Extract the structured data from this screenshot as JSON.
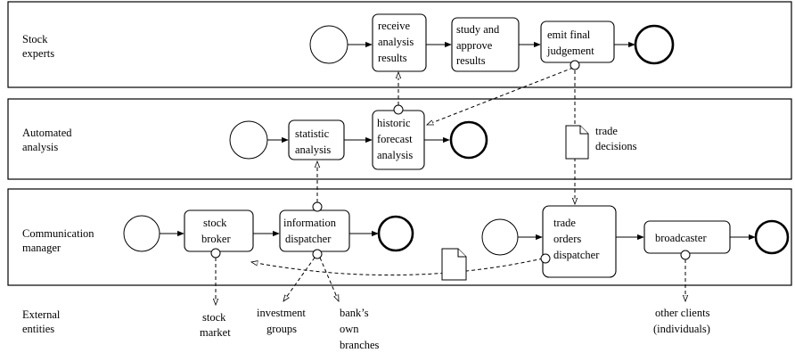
{
  "lanes": [
    {
      "label_lines": [
        "Stock",
        "experts"
      ]
    },
    {
      "label_lines": [
        "Automated",
        "analysis"
      ]
    },
    {
      "label_lines": [
        "Communication",
        "manager"
      ]
    }
  ],
  "external_label_lines": [
    "External",
    "entities"
  ],
  "tasks": {
    "receive": [
      "receive",
      "analysis",
      "results"
    ],
    "study": [
      "study and",
      "approve",
      "results"
    ],
    "emit": [
      "emit final",
      "judgement"
    ],
    "statistic": [
      "statistic",
      "analysis"
    ],
    "historic": [
      "historic",
      "forecast",
      "analysis"
    ],
    "broker": [
      "stock",
      "broker"
    ],
    "dispatcher": [
      "information",
      "dispatcher"
    ],
    "trade": [
      "trade",
      "orders",
      "dispatcher"
    ],
    "broadcaster": [
      "broadcaster"
    ]
  },
  "annotations": {
    "trade_decisions": [
      "trade",
      "decisions"
    ],
    "stock_market": [
      "stock",
      "market"
    ],
    "investment_groups": [
      "investment",
      "groups"
    ],
    "banks_branches": [
      "bank’s",
      "own",
      "branches"
    ],
    "other_clients": [
      "other clients",
      "(individuals)"
    ]
  }
}
